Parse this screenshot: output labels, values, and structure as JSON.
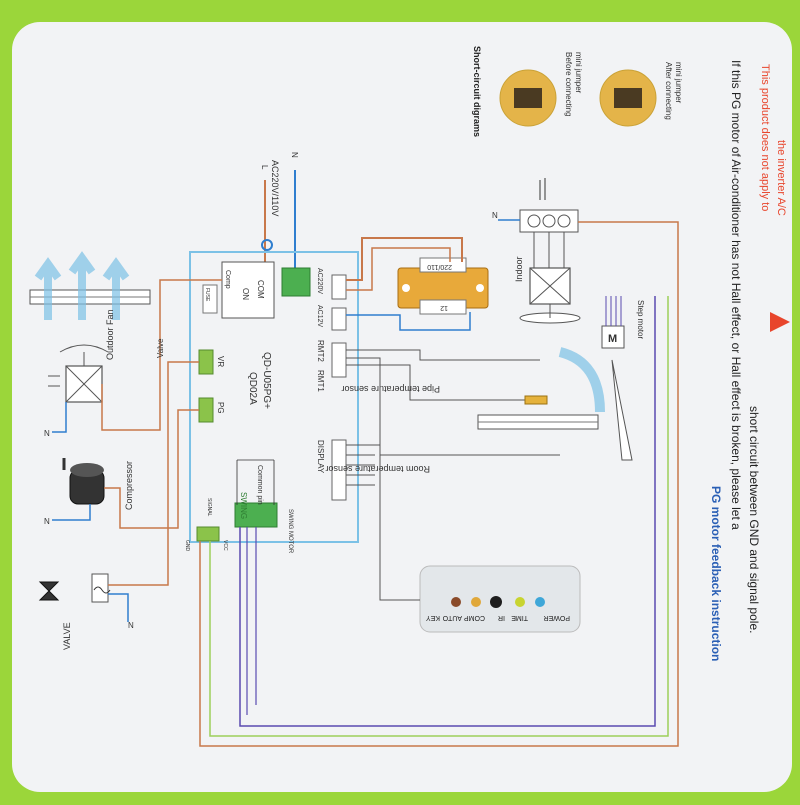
{
  "title": "PG motor feedback instruction",
  "body_lines": [
    "If this PG motor of Air-conditioner has not Hall effect, or Hall effect  is broken, please let a",
    "short circuit between GND and signal pole."
  ],
  "warning_lines": [
    "This product does not apply to",
    "the inverter A/C"
  ],
  "short_circuit_title": "Short-circuit digrams",
  "before_label": [
    "Before connecting",
    "mini jumper"
  ],
  "after_label": [
    "After connecting",
    "mini jumper"
  ],
  "board": {
    "model_1": "QD02A",
    "model_2": "QD-U05PG+",
    "fuse": "FUSE",
    "on": "ON",
    "com": "COM",
    "comp": "Comp",
    "vr": "VR",
    "pg": "PG",
    "common_pin": "Common pin",
    "swing": "SWING",
    "swing_motor": "SWING MOTOR",
    "signal": "SIGNAL",
    "gnd": "GND",
    "vcc": "VCC",
    "display": "DISPLAY",
    "rmt1": "RMT1",
    "rmt2": "RMT2",
    "ac12v": "AC12V",
    "ac220v": "AC220V"
  },
  "power_supply": "AC220V/110V",
  "line_l": "L",
  "line_n": "N",
  "transformer_top": "220/110",
  "transformer_bottom": "12",
  "indoor": "Indoor",
  "step_motor": "Step motor",
  "motor_symbol": "M",
  "pipe_sensor": "Pipe temperature sensor",
  "room_sensor": "Room temperature sensor",
  "outdoor_fan": "Outdoor Fan",
  "compressor": "Compressor",
  "valve_coil": "Valve",
  "valve": "VALVE",
  "display_labels": [
    "POWER",
    "TIME",
    "IR",
    "COMP",
    "AUTO",
    "KEY"
  ],
  "colors": {
    "brown_wire": "#c8784a",
    "blue_wire": "#2f7ecf",
    "purple_wire": "#5a4bb0",
    "green_wire": "#9ccf5a",
    "grey_wire": "#555555",
    "board_blue": "#7cc1e6",
    "warning_red": "#e8452c",
    "title_blue": "#2a5fb5"
  }
}
